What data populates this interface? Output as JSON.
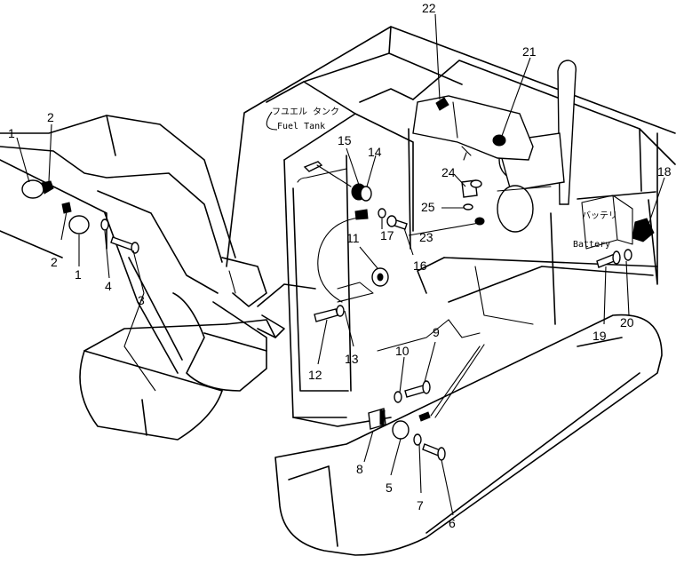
{
  "labels": {
    "fuel_tank_jp": "フユエル タンク",
    "fuel_tank_en": "Fuel Tank",
    "battery_jp": "バッテリ",
    "battery_en": "Battery"
  },
  "callouts": {
    "c1a": "1",
    "c1b": "1",
    "c2a": "2",
    "c2b": "2",
    "c3": "3",
    "c4": "4",
    "c5": "5",
    "c6": "6",
    "c7": "7",
    "c8": "8",
    "c9": "9",
    "c10": "10",
    "c11": "11",
    "c12": "12",
    "c13": "13",
    "c14": "14",
    "c15": "15",
    "c16": "16",
    "c17": "17",
    "c18": "18",
    "c19": "19",
    "c20": "20",
    "c21": "21",
    "c22": "22",
    "c23": "23",
    "c24": "24",
    "c25": "25"
  }
}
